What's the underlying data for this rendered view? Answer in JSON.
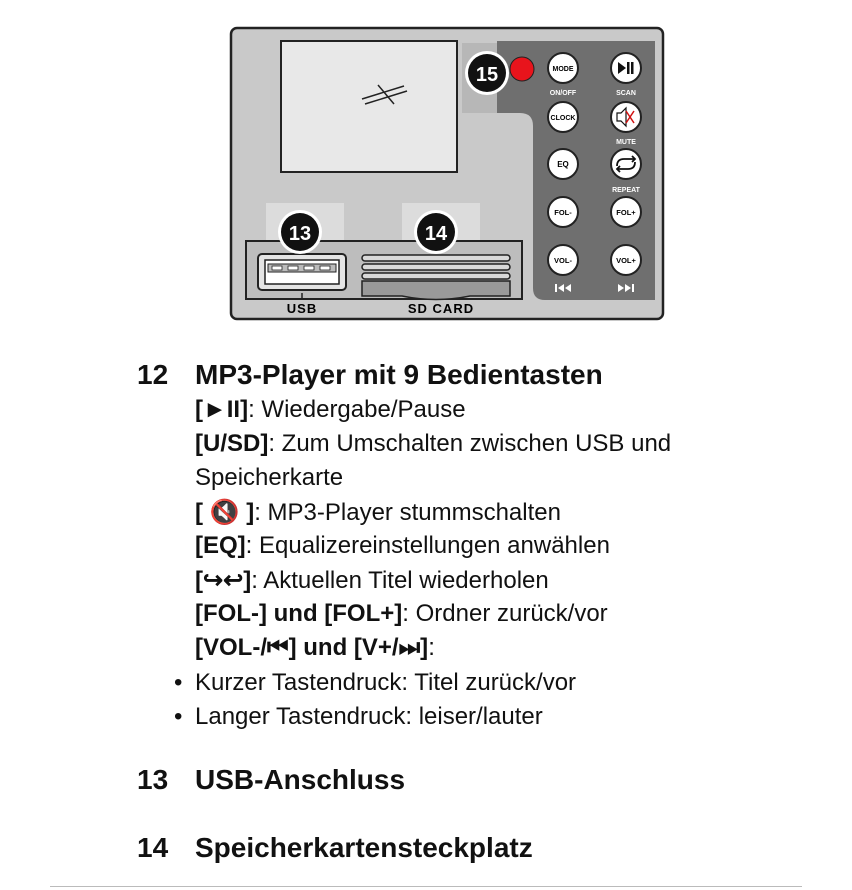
{
  "figure": {
    "callouts": [
      "15",
      "13",
      "14"
    ],
    "buttons": [
      {
        "label": "MODE",
        "caption": "ON/OFF"
      },
      {
        "label": "",
        "caption": "SCAN",
        "icon": "play-pause-icon"
      },
      {
        "label": "CLOCK",
        "caption": ""
      },
      {
        "label": "",
        "caption": "MUTE",
        "icon": "mute-icon"
      },
      {
        "label": "EQ",
        "caption": ""
      },
      {
        "label": "",
        "caption": "REPEAT",
        "icon": "repeat-icon"
      },
      {
        "label": "FOL-",
        "caption": ""
      },
      {
        "label": "FOL+",
        "caption": ""
      },
      {
        "label": "VOL-",
        "caption": "⏮",
        "icon": "previous-icon"
      },
      {
        "label": "VOL+",
        "caption": "⏭",
        "icon": "next-icon"
      }
    ],
    "usb_label": "USB",
    "sd_label": "SD CARD",
    "indicator_color": "#e8141c"
  },
  "sections": [
    {
      "number": "12",
      "title": "MP3-Player mit 9 Bedientasten",
      "lines": [
        {
          "key": "[►II]",
          "text": ": Wiedergabe/Pause"
        },
        {
          "key": "[U/SD]",
          "text": ": Zum Umschalten zwischen USB und"
        },
        {
          "key": "",
          "text": "Speicherkarte"
        },
        {
          "key": "[ 🔇 ]",
          "text": ": MP3-Player stummschalten"
        },
        {
          "key": "[EQ]",
          "text": ": Equalizereinstellungen anwählen"
        },
        {
          "key": "[↪↩]",
          "text": ": Aktuellen Titel wiederholen"
        },
        {
          "key": "[FOL-] und [FOL+]",
          "text": ": Ordner zurück/vor"
        },
        {
          "key": "[VOL-/⏮] und [V+/⏭]",
          "text": ":"
        }
      ],
      "bullets": [
        "Kurzer Tastendruck: Titel zurück/vor",
        "Langer Tastendruck: leiser/lauter"
      ]
    },
    {
      "number": "13",
      "title": "USB-Anschluss"
    },
    {
      "number": "14",
      "title": "Speicherkartensteckplatz"
    }
  ]
}
